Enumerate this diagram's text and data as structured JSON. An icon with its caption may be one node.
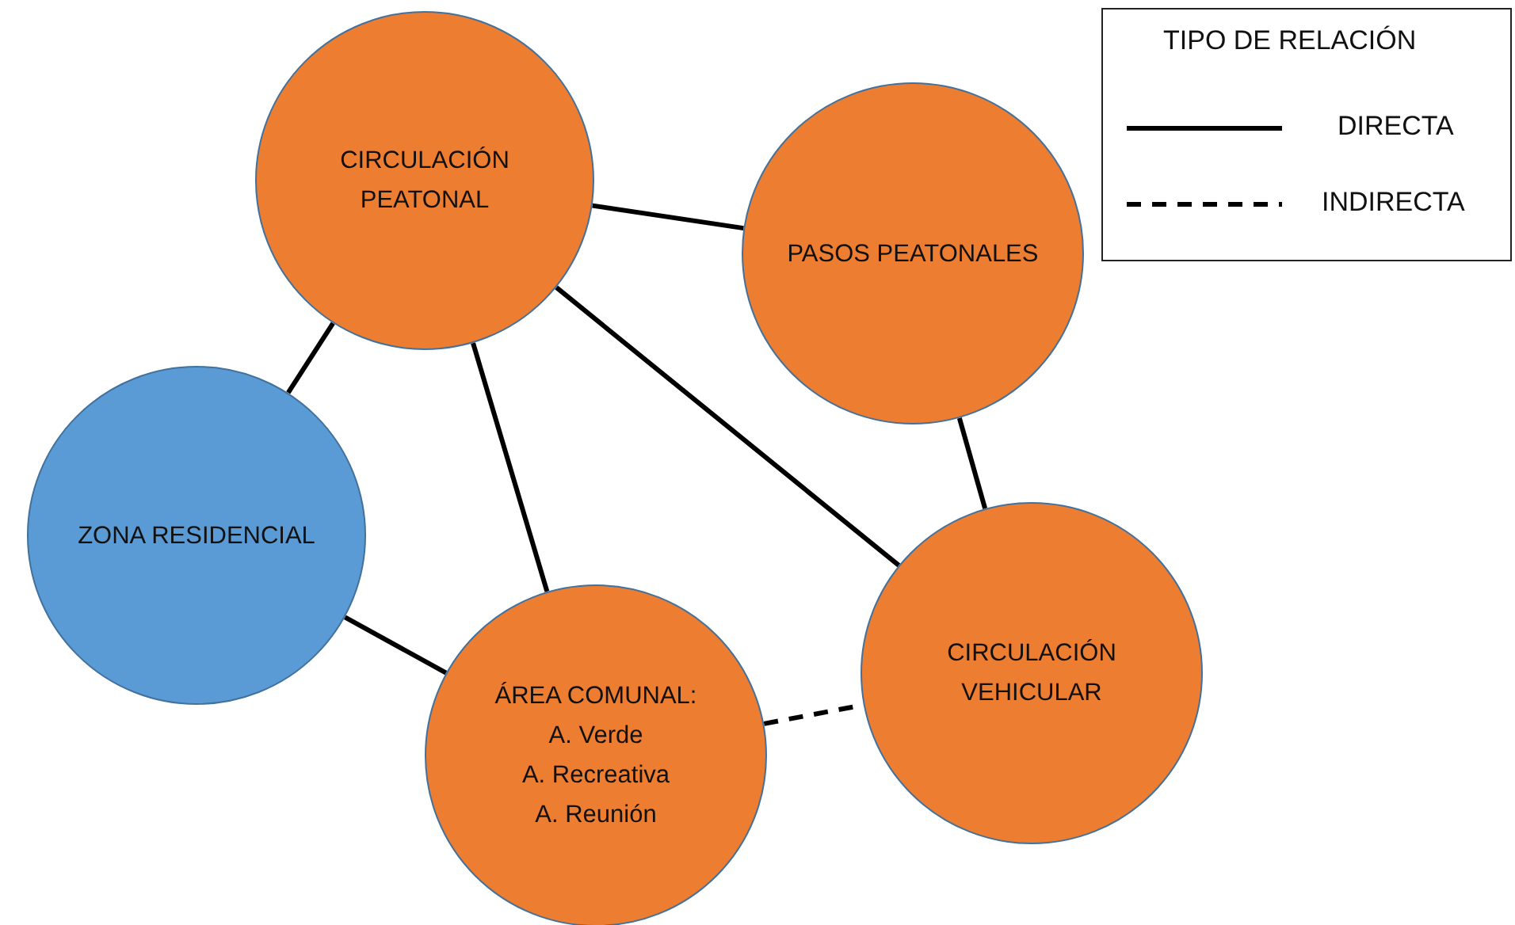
{
  "diagram": {
    "nodes": [
      {
        "text": [
          "CIRCULACIÓN PEATONAL"
        ]
      },
      {
        "text": [
          "PASOS PEATONALES"
        ]
      },
      {
        "text": [
          "ZONA RESIDENCIAL"
        ]
      },
      {
        "text": [
          "ÁREA COMUNAL:",
          "A. Verde",
          "A. Recreativa",
          "A. Reunión"
        ]
      },
      {
        "text": [
          "CIRCULACIÓN VEHICULAR"
        ]
      }
    ],
    "edges": [
      {
        "from": 0,
        "to": 1,
        "arrow": "none"
      },
      {
        "from": 0,
        "to": 2,
        "arrow": "none"
      },
      {
        "from": 0,
        "to": 3,
        "arrow": "none"
      },
      {
        "from": 0,
        "to": 4,
        "arrow": "none"
      },
      {
        "from": 1,
        "to": 4,
        "arrow": "none"
      },
      {
        "from": 2,
        "to": 3,
        "arrow": "none"
      },
      {
        "from": 3,
        "to": 4,
        "arrow": "none",
        "style": "dashed"
      }
    ],
    "labels": [
      "TIPO DE RELACIÓN"
    ],
    "legend": [
      {
        "text": "DIRECTA"
      },
      {
        "text": "INDIRECTA"
      }
    ]
  }
}
